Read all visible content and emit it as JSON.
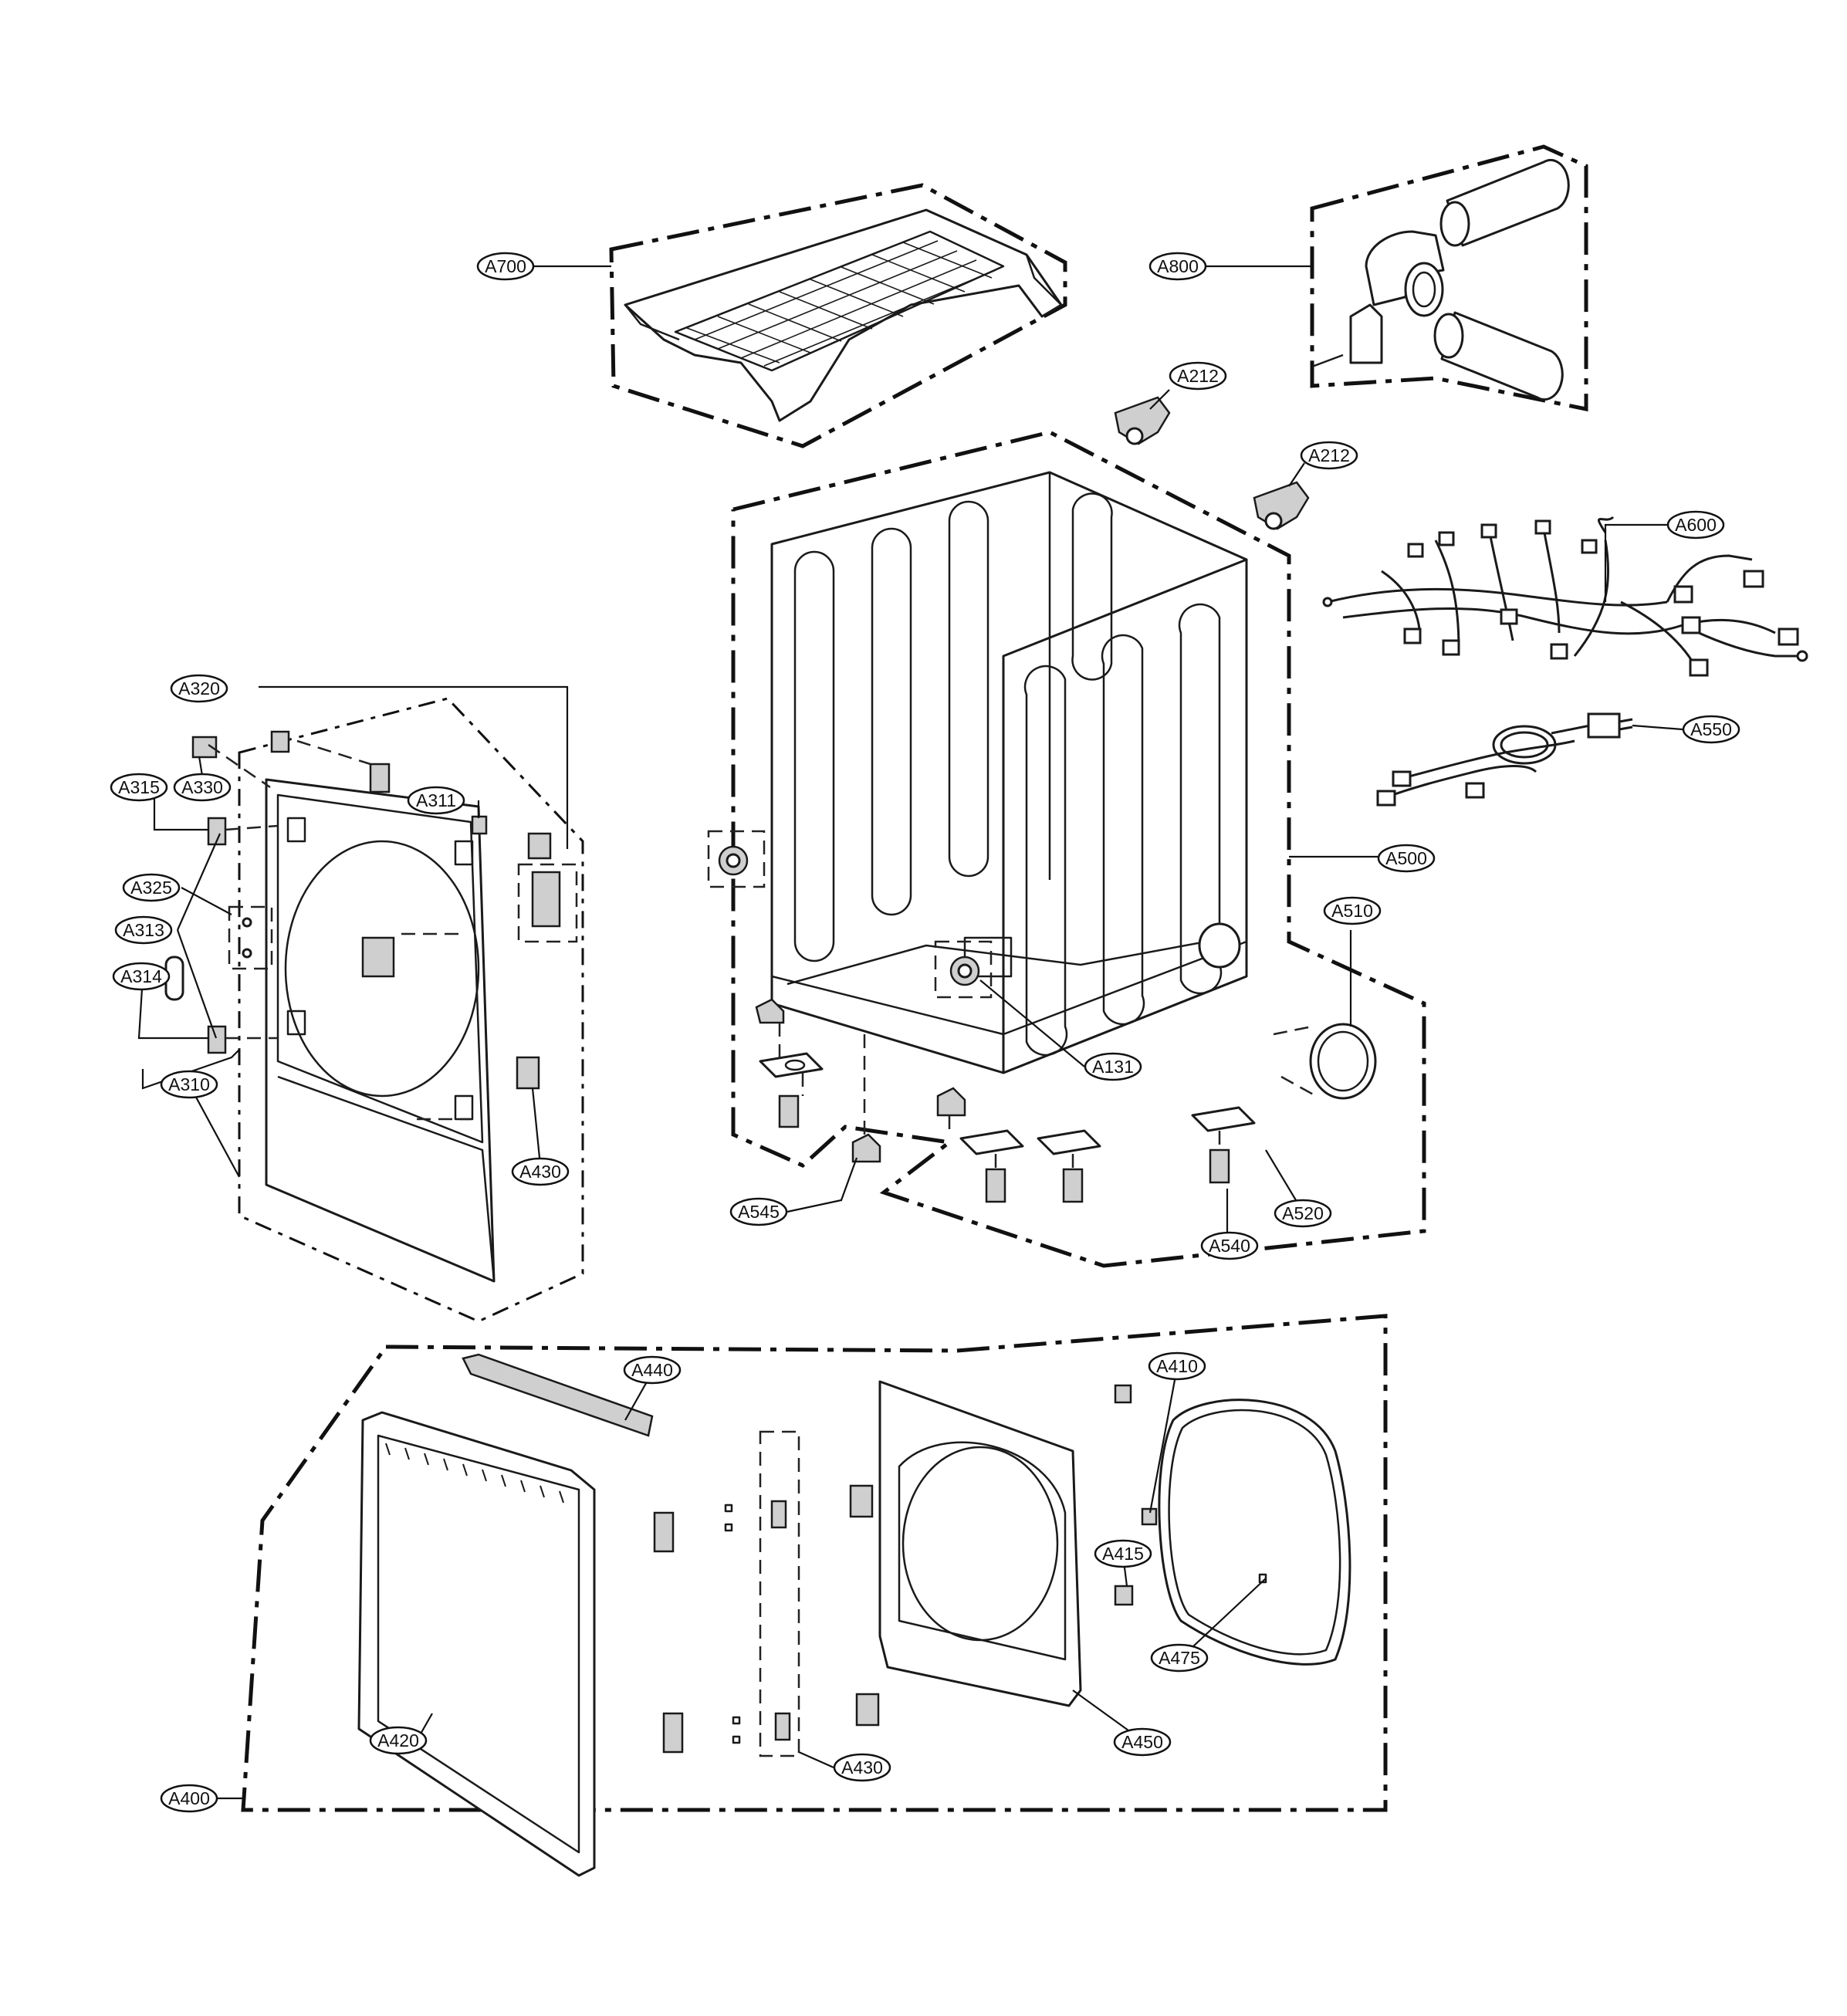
{
  "labels": [
    {
      "id": "A700",
      "text": "A700"
    },
    {
      "id": "A800",
      "text": "A800"
    },
    {
      "id": "A212a",
      "text": "A212"
    },
    {
      "id": "A212b",
      "text": "A212"
    },
    {
      "id": "A600",
      "text": "A600"
    },
    {
      "id": "A550",
      "text": "A550"
    },
    {
      "id": "A500",
      "text": "A500"
    },
    {
      "id": "A510",
      "text": "A510"
    },
    {
      "id": "A131",
      "text": "A131"
    },
    {
      "id": "A545",
      "text": "A545"
    },
    {
      "id": "A520",
      "text": "A520"
    },
    {
      "id": "A540",
      "text": "A540"
    },
    {
      "id": "A320",
      "text": "A320"
    },
    {
      "id": "A315",
      "text": "A315"
    },
    {
      "id": "A330",
      "text": "A330"
    },
    {
      "id": "A311",
      "text": "A311"
    },
    {
      "id": "A325",
      "text": "A325"
    },
    {
      "id": "A313",
      "text": "A313"
    },
    {
      "id": "A314",
      "text": "A314"
    },
    {
      "id": "A310",
      "text": "A310"
    },
    {
      "id": "A430a",
      "text": "A430"
    },
    {
      "id": "A440",
      "text": "A440"
    },
    {
      "id": "A410",
      "text": "A410"
    },
    {
      "id": "A415",
      "text": "A415"
    },
    {
      "id": "A475",
      "text": "A475"
    },
    {
      "id": "A420",
      "text": "A420"
    },
    {
      "id": "A450",
      "text": "A450"
    },
    {
      "id": "A430b",
      "text": "A430"
    },
    {
      "id": "A400",
      "text": "A400"
    }
  ]
}
